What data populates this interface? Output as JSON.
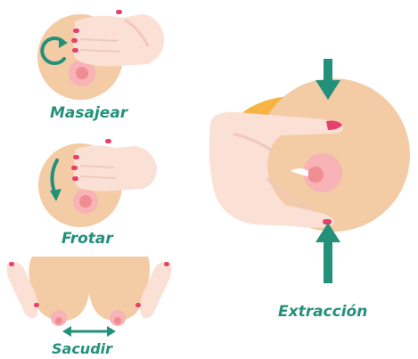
{
  "steps": {
    "massage": {
      "label": "Masajear"
    },
    "rub": {
      "label": "Frotar"
    },
    "shake": {
      "label": "Sacudir"
    },
    "extraction": {
      "label": "Extracción"
    }
  },
  "colors": {
    "skin": "#f3cba5",
    "skin_shadow": "#e6b58f",
    "hand": "#fbe0d6",
    "hand_shadow": "#f1c9bc",
    "nail": "#e6416a",
    "nipple": "#f08c93",
    "areola": "#f7b3b6",
    "accent": "#23917a",
    "bowl": "#f7b442"
  },
  "icons": {
    "massage_motion": "circular-arrow-icon",
    "rub_motion": "curved-arrow-icon",
    "shake_motion": "double-arrow-icon",
    "extraction_press": "down-arrow-icon",
    "extraction_lift": "up-arrow-icon"
  }
}
